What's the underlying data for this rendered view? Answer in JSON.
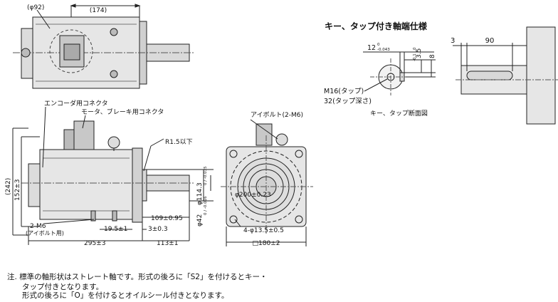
{
  "top_view": {
    "dim_phi92": "(φ92)",
    "dim_174": "(174)"
  },
  "key_tap_spec": {
    "title": "キー、タップ付き軸端仕様",
    "dim_3": "3",
    "dim_90": "90",
    "dim_12": "12",
    "dim_12_tol_upper": "0",
    "dim_12_tol_lower": "-0.043",
    "dim_35": "3.5",
    "dim_35_tol_upper": "0",
    "dim_35_tol_lower": "-0.1",
    "dim_8": "8",
    "tap_m16": "M16(タップ)",
    "tap_depth": "32(タップ深さ)",
    "section_label": "キー、タップ断面図"
  },
  "side_view": {
    "encoder_connector": "エンコーダ用コネクタ",
    "motor_brake_connector": "モータ、ブレーキ用コネクタ",
    "r15": "R1.5以下",
    "dim_242": "(242)",
    "dim_152": "152±3",
    "dim_phi1143": "φ114.3",
    "dim_phi1143_tol": "0 / -0.035",
    "dim_phi42": "φ42",
    "dim_phi42_tol": "0 / -0.016",
    "dim_109": "109±0.95",
    "dim_195": "19.5±1",
    "dim_3": "3±0.3",
    "dim_m6": "2-M6",
    "dim_m6_note": "(アイボルト用)",
    "dim_295": "295±3",
    "dim_113": "113±1"
  },
  "front_view": {
    "eyebolt": "アイボルト(2-M6)",
    "dim_phi200": "φ200±0.23",
    "dim_holes": "4-φ13.5±0.5",
    "dim_180": "□180±2"
  },
  "notes": {
    "line1": "注. 標準の軸形状はストレート軸です。形式の後ろに「S2」を付けるとキー・",
    "line2": "　　タップ付きとなります。",
    "line3": "　　形式の後ろに「O」を付けるとオイルシール付きとなります。"
  }
}
